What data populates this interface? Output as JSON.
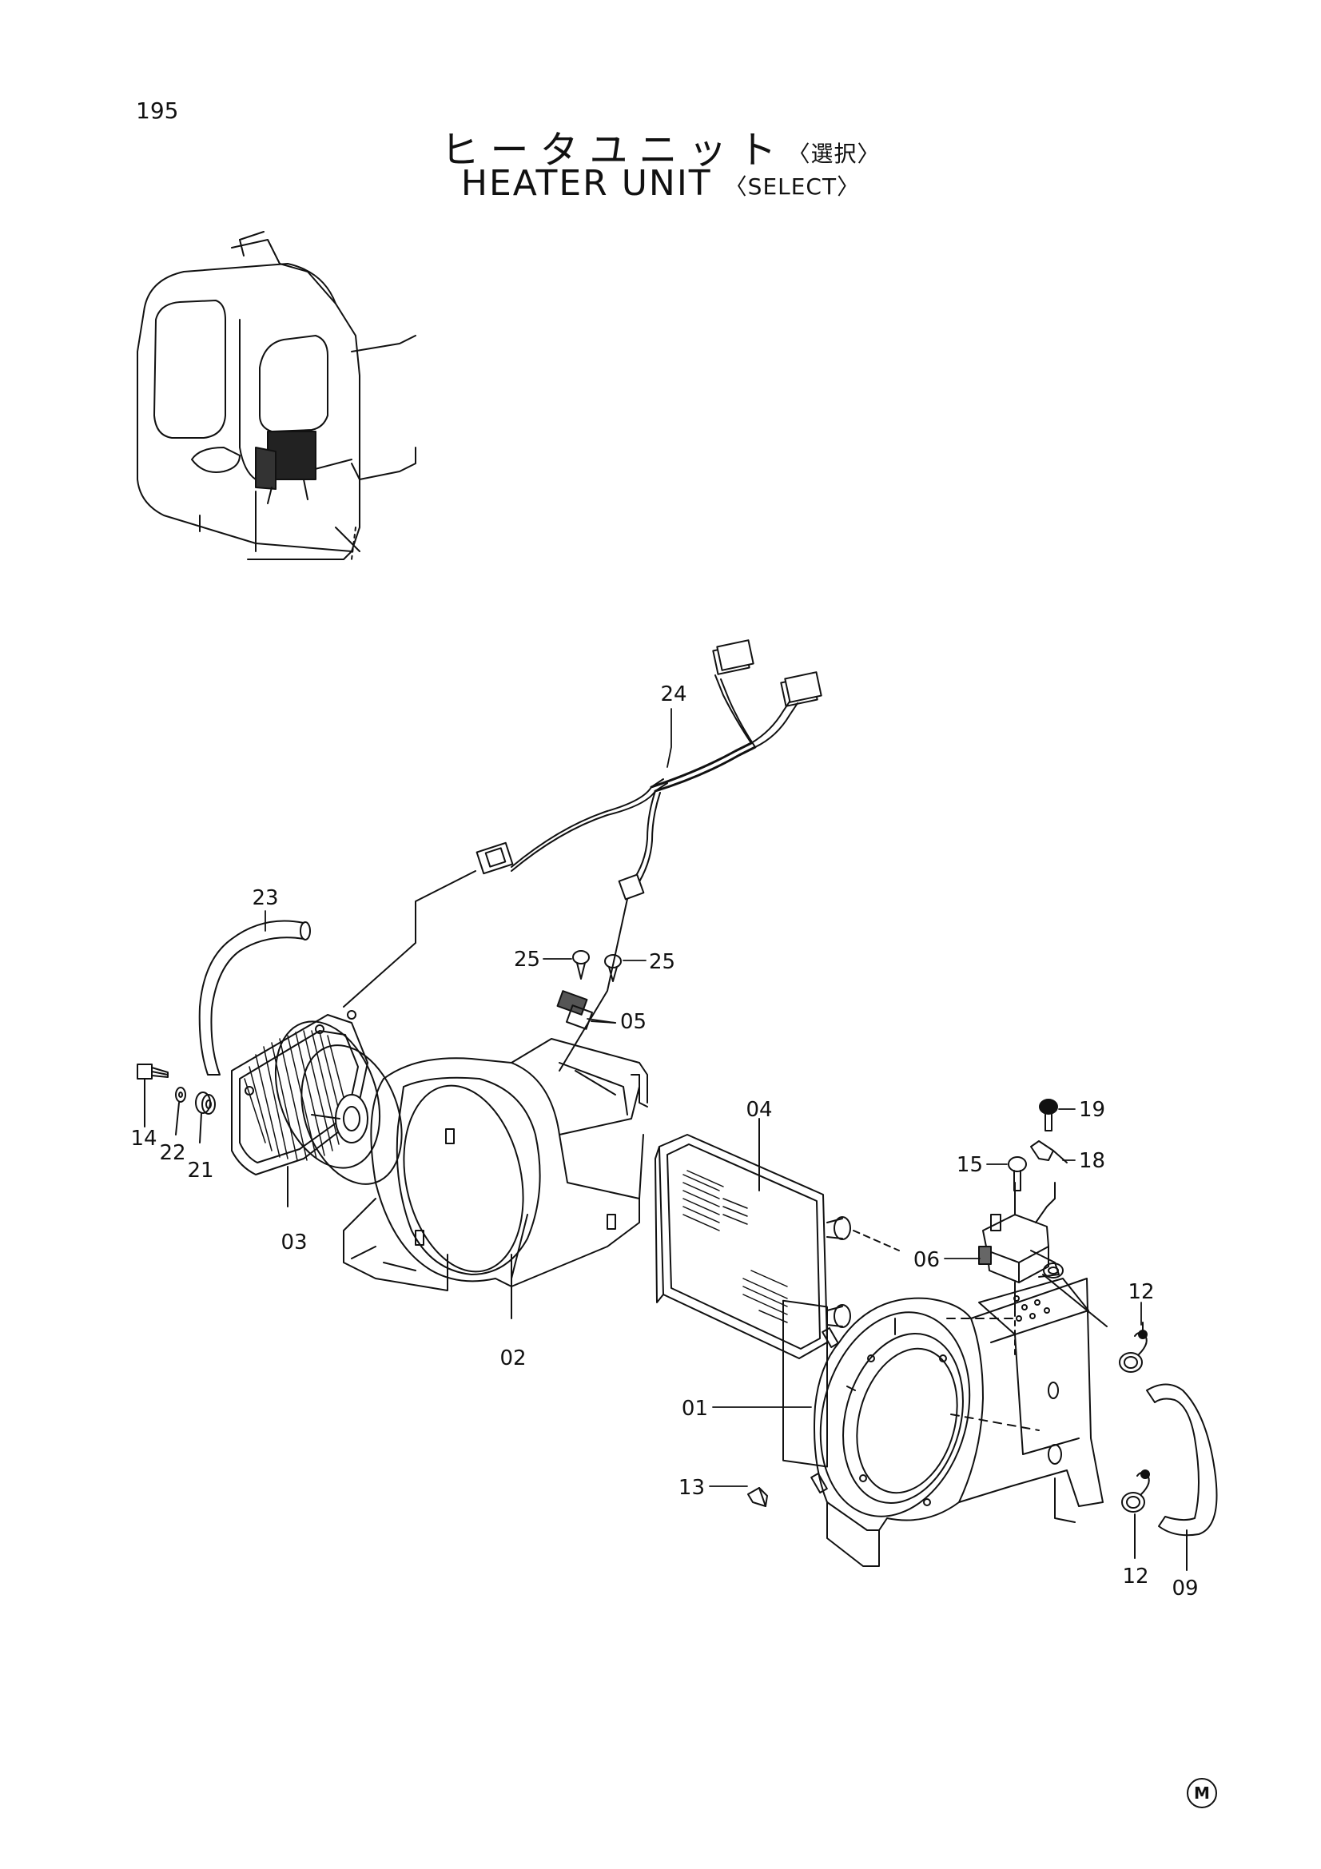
{
  "page_number": "195",
  "title_ja": {
    "main": "ヒータユニット",
    "sub": "〈選択〉"
  },
  "title_en": {
    "main": "HEATER UNIT",
    "sub": "〈SELECT〉"
  },
  "callouts": {
    "p01": "01",
    "p02": "02",
    "p03": "03",
    "p04": "04",
    "p05": "05",
    "p06": "06",
    "p09": "09",
    "p12a": "12",
    "p12b": "12",
    "p13": "13",
    "p14": "14",
    "p15": "15",
    "p18": "18",
    "p19": "19",
    "p21": "21",
    "p22": "22",
    "p23": "23",
    "p24": "24",
    "p25a": "25",
    "p25b": "25"
  },
  "corner_mark": "M"
}
